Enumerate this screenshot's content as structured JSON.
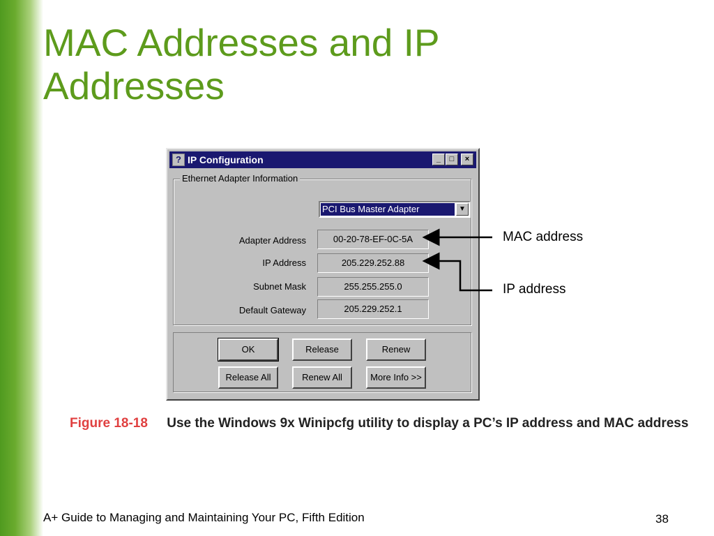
{
  "slide": {
    "title_line1": "MAC Addresses and IP",
    "title_line2": "Addresses",
    "footer_left": "A+ Guide to Managing and Maintaining Your PC, Fifth Edition",
    "page_number": "38",
    "accent_color": "#5d9b1c"
  },
  "window": {
    "title": "IP Configuration",
    "icon": "question-help-icon",
    "controls": {
      "minimize": "minimize-icon",
      "maximize": "maximize-icon",
      "close": "close-icon"
    },
    "group_label": "Ethernet  Adapter Information",
    "adapter_selected": "PCI Bus Master Adapter",
    "fields": [
      {
        "label": "Adapter Address",
        "value": "00-20-78-EF-0C-5A"
      },
      {
        "label": "IP Address",
        "value": "205.229.252.88"
      },
      {
        "label": "Subnet Mask",
        "value": "255.255.255.0"
      },
      {
        "label": "Default Gateway",
        "value": "205.229.252.1"
      }
    ],
    "buttons": {
      "ok": "OK",
      "release": "Release",
      "renew": "Renew",
      "release_all": "Release All",
      "renew_all": "Renew All",
      "more_info": "More Info >>"
    }
  },
  "callouts": {
    "mac": "MAC address",
    "ip": "IP address"
  },
  "caption": {
    "figure": "Figure 18-18",
    "text": "Use the Windows 9x Winipcfg utility to display a PC’s IP address and MAC address"
  }
}
